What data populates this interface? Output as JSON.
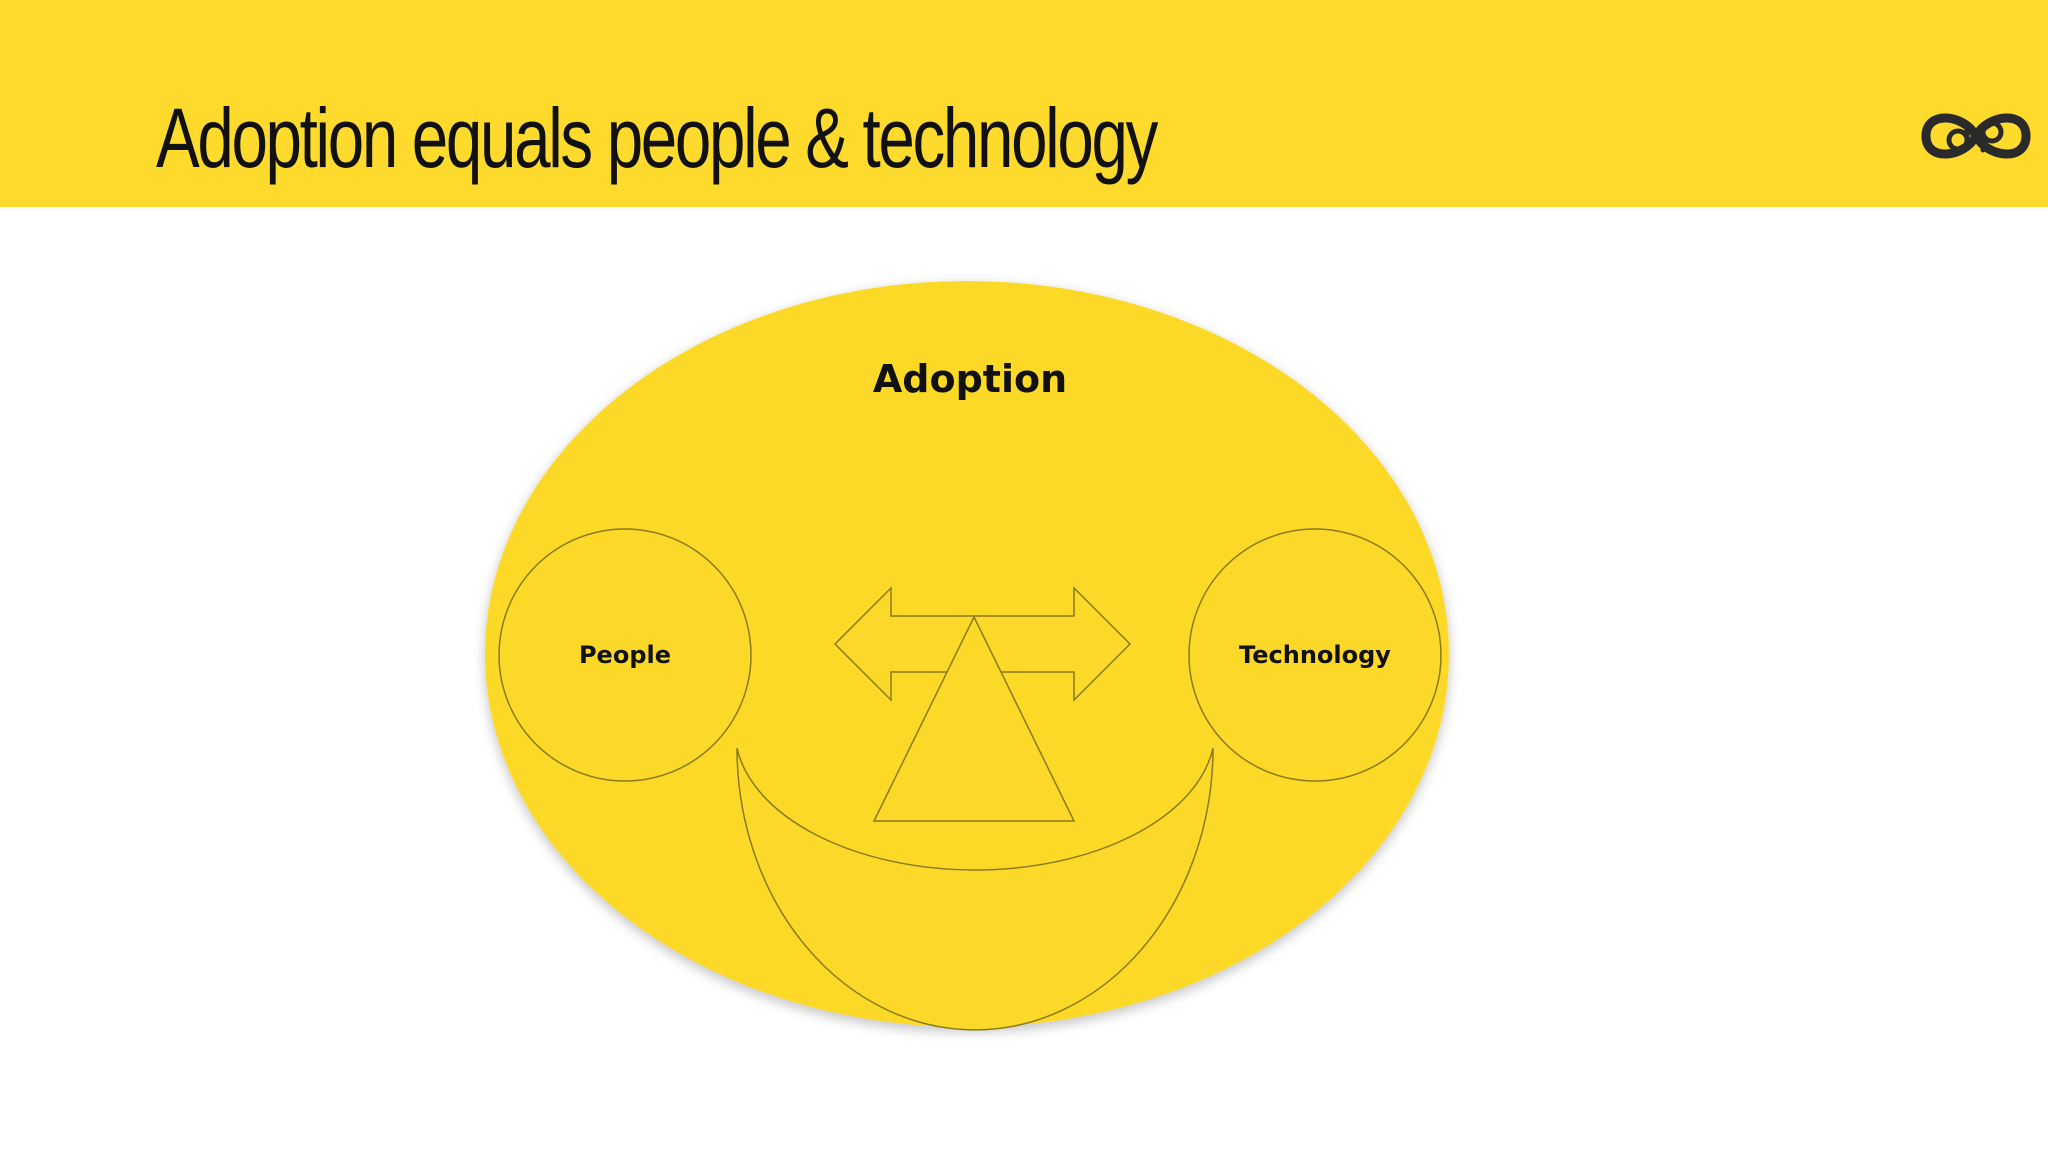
{
  "slide": {
    "title": "Adoption equals people & technology"
  },
  "logo": {
    "icon": "infinity-loop-logo-icon"
  },
  "diagram": {
    "outer_label": "Adoption",
    "left_circle_label": "People",
    "right_circle_label": "Technology",
    "shapes": [
      "double-arrow",
      "triangle",
      "crescent"
    ]
  },
  "colors": {
    "brand_yellow": "#FDDA2B",
    "shape_fill": "#FCD928",
    "stroke": "#8A7A1E",
    "text": "#111111"
  }
}
